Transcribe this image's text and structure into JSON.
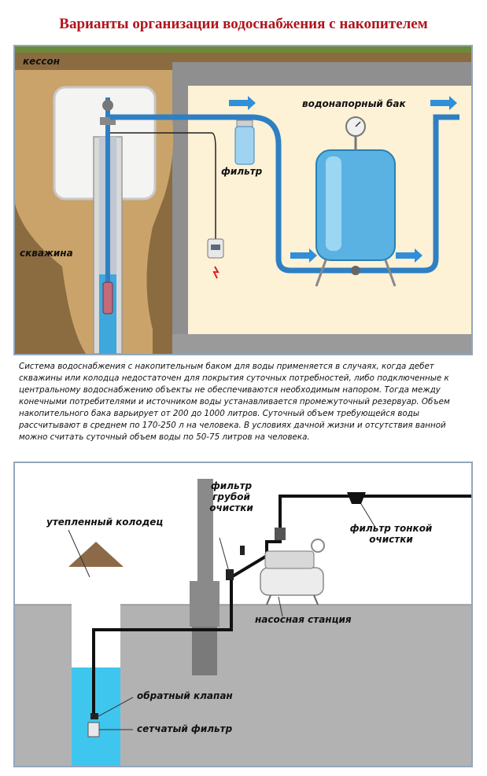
{
  "title": "Варианты организации водоснабжения с накопителем",
  "diagram_top": {
    "labels": {
      "caisson": "кессон",
      "well": "скважина",
      "filter": "фильтр",
      "tank": "водонапорный бак"
    }
  },
  "description": "Система водоснабжения с накопительным баком для воды применяется в случаях, когда дебет скважины или колодца недостаточен для покрытия суточных потребностей, либо подключенные к центральному водоснабжению объекты не обеспечиваются необходимым напором.  Тогда между конечными потребителями и источником воды устанавливается промежуточный резервуар. Объем накопительного бака варьирует от 200 до 1000 литров. Суточный объем требующейся воды рассчитывают в среднем по 170-250 л на человека. В условиях дачной жизни и отсутствия ванной можно считать суточный объем воды по 50-75 литров на человека.",
  "diagram_bottom": {
    "labels": {
      "insulated_well": "утепленный колодец",
      "coarse_filter_line1": "фильтр",
      "coarse_filter_line2": "грубой",
      "coarse_filter_line3": "очистки",
      "fine_filter_line1": "фильтр тонкой",
      "fine_filter_line2": "очистки",
      "pump_station": "насосная станция",
      "check_valve": "обратный клапан",
      "mesh_filter": "сетчатый фильтр"
    }
  },
  "colors": {
    "title": "#b0141c",
    "soil": "#8a6a3e",
    "room": "#fdf1d6",
    "pipe": "#2f7fc3",
    "tank": "#5ab2e2",
    "water": "#3fc6ee",
    "ground": "#b2b2b2"
  }
}
